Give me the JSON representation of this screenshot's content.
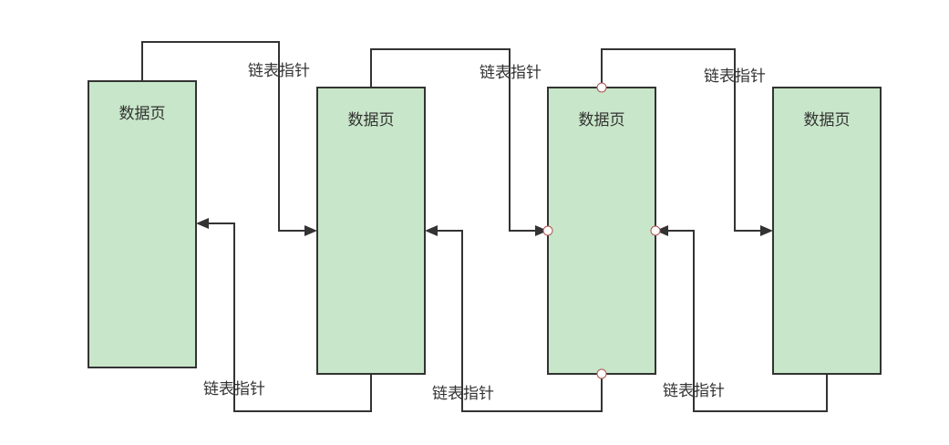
{
  "pages": [
    {
      "title": "数据页"
    },
    {
      "title": "数据页"
    },
    {
      "title": "数据页"
    },
    {
      "title": "数据页"
    }
  ],
  "forward_links": [
    {
      "label": "链表指针"
    },
    {
      "label": "链表指针"
    },
    {
      "label": "链表指针"
    }
  ],
  "backward_links": [
    {
      "label": "链表指针"
    },
    {
      "label": "链表指针"
    },
    {
      "label": "链表指针"
    }
  ],
  "colors": {
    "page_fill": "#c8e6c9",
    "stroke": "#333333",
    "port_stroke": "#b05050"
  }
}
